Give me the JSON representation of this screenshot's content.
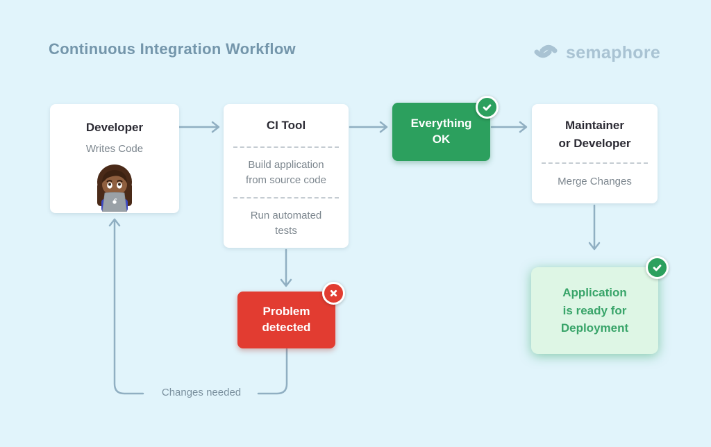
{
  "title": "Continuous Integration Workflow",
  "logo": {
    "brand": "semaphore"
  },
  "nodes": {
    "developer": {
      "title": "Developer",
      "subtitle": "Writes Code",
      "emoji": "woman-technologist-at-laptop"
    },
    "ci_tool": {
      "title": "CI Tool",
      "steps": [
        "Build application from source code",
        "Run automated tests"
      ]
    },
    "everything_ok": {
      "lines": [
        "Everything",
        "OK"
      ],
      "badge": "check"
    },
    "maintainer": {
      "title_lines": [
        "Maintainer",
        "or Developer"
      ],
      "subtitle": "Merge Changes"
    },
    "problem": {
      "lines": [
        "Problem",
        "detected"
      ],
      "badge": "cross"
    },
    "deployment": {
      "lines": [
        "Application",
        "is ready for",
        "Deployment"
      ],
      "badge": "check"
    }
  },
  "labels": {
    "changes_needed": "Changes needed"
  },
  "colors": {
    "background": "#e1f4fb",
    "title_text": "#7496ab",
    "logo": "#a9c3d3",
    "heading_text": "#2b2a33",
    "body_text": "#7c868e",
    "arrow": "#90afc2",
    "green": "#2ca05e",
    "red": "#e23c31",
    "light_green_bg": "#def6e5",
    "green_text": "#38a469"
  }
}
